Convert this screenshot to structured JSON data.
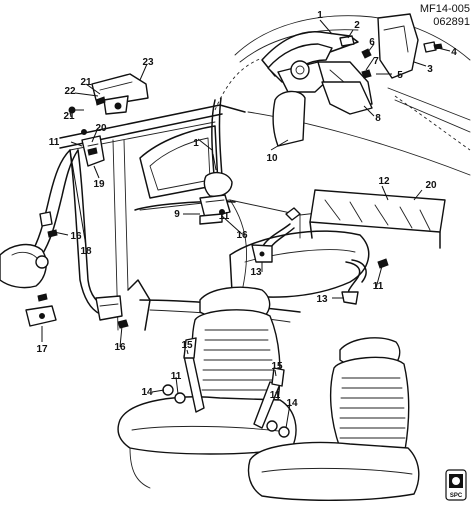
{
  "header": {
    "diagram_code": "MF14-005",
    "date_code": "062891"
  },
  "callouts": [
    {
      "id": "c1a",
      "label": "1"
    },
    {
      "id": "c1b",
      "label": "1"
    },
    {
      "id": "c2",
      "label": "2"
    },
    {
      "id": "c3",
      "label": "3"
    },
    {
      "id": "c4",
      "label": "4"
    },
    {
      "id": "c5",
      "label": "5"
    },
    {
      "id": "c6",
      "label": "6"
    },
    {
      "id": "c7",
      "label": "7"
    },
    {
      "id": "c8",
      "label": "8"
    },
    {
      "id": "c9",
      "label": "9"
    },
    {
      "id": "c10",
      "label": "10"
    },
    {
      "id": "c11a",
      "label": "11"
    },
    {
      "id": "c11b",
      "label": "11"
    },
    {
      "id": "c11c",
      "label": "11"
    },
    {
      "id": "c11d",
      "label": "11"
    },
    {
      "id": "c11e",
      "label": "11"
    },
    {
      "id": "c12",
      "label": "12"
    },
    {
      "id": "c13a",
      "label": "13"
    },
    {
      "id": "c13b",
      "label": "13"
    },
    {
      "id": "c14a",
      "label": "14"
    },
    {
      "id": "c14b",
      "label": "14"
    },
    {
      "id": "c15a",
      "label": "15"
    },
    {
      "id": "c15b",
      "label": "15"
    },
    {
      "id": "c16a",
      "label": "16"
    },
    {
      "id": "c16b",
      "label": "16"
    },
    {
      "id": "c16c",
      "label": "16"
    },
    {
      "id": "c17",
      "label": "17"
    },
    {
      "id": "c18",
      "label": "18"
    },
    {
      "id": "c19",
      "label": "19"
    },
    {
      "id": "c20a",
      "label": "20"
    },
    {
      "id": "c20b",
      "label": "20"
    },
    {
      "id": "c21a",
      "label": "21"
    },
    {
      "id": "c21b",
      "label": "21"
    },
    {
      "id": "c22",
      "label": "22"
    },
    {
      "id": "c23",
      "label": "23"
    }
  ],
  "badge": {
    "icon": "gm-parts-badge-icon",
    "text": "SPC"
  }
}
